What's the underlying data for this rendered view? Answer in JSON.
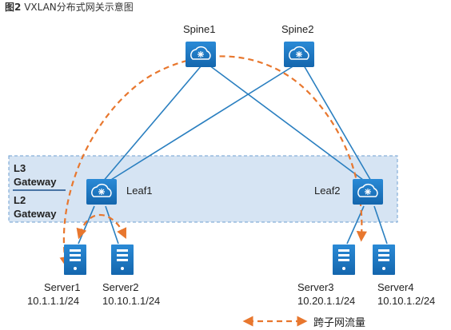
{
  "caption": {
    "figure_no": "图2",
    "title": "VXLAN分布式网关示意图"
  },
  "spines": [
    {
      "label": "Spine1"
    },
    {
      "label": "Spine2"
    }
  ],
  "leaves": [
    {
      "label": "Leaf1"
    },
    {
      "label": "Leaf2"
    }
  ],
  "gateway_layers": {
    "l3_line1": "L3",
    "l3_line2": "Gateway",
    "l2_line1": "L2",
    "l2_line2": "Gateway"
  },
  "servers": [
    {
      "name": "Server1",
      "ip": "10.1.1.1/24"
    },
    {
      "name": "Server2",
      "ip": "10.10.1.1/24"
    },
    {
      "name": "Server3",
      "ip": "10.20.1.1/24"
    },
    {
      "name": "Server4",
      "ip": "10.10.1.2/24"
    }
  ],
  "legend": {
    "label": "跨子网流量"
  },
  "colors": {
    "link": "#2a7fc0",
    "device": "#1a78c2",
    "flow": "#e8772e",
    "gateway_band": "#d6e4f3"
  }
}
